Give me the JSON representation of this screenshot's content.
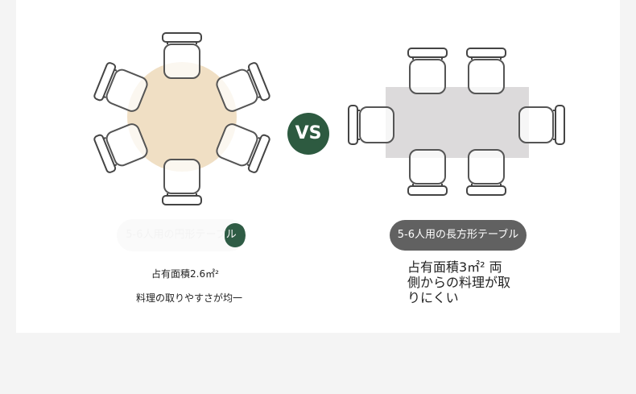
{
  "left": {
    "label": "5-6人用の円形テーブル",
    "area": "占有面積2.6㎡²",
    "note": "料理の取りやすさが均一",
    "table_color": "#f0dfc4"
  },
  "vs": "VS",
  "right": {
    "label": "5-6人用の長方形テーブル",
    "text": "占有面積3㎡² 両側からの料理が取りにくい",
    "table_color": "#dcdadb"
  },
  "colors": {
    "accent": "#2d5a40",
    "pill": "#616161"
  }
}
